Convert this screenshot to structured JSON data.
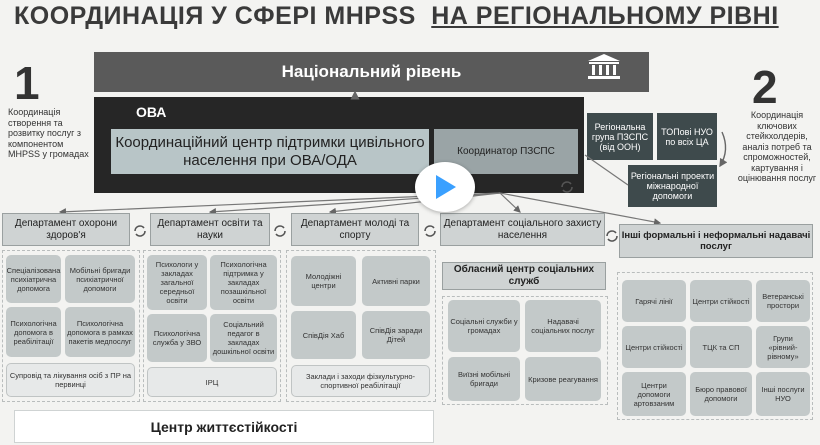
{
  "title": {
    "main": "КООРДИНАЦІЯ У СФЕРІ MHPSS",
    "underlined": "НА РЕГІОНАЛЬНОМУ РІВНІ"
  },
  "left_side": {
    "number": "1",
    "text": "Координація створення та розвитку послуг з компонентом MHPSS у громадах"
  },
  "right_side": {
    "number": "2",
    "text": "Координація ключових стейкхолдерів, аналіз потреб та спроможностей, картування і оцінювання послуг"
  },
  "national": "Національний рівень",
  "ova": "ОВА",
  "center": "Координаційний центр підтримки цивільного населення при ОВА/ОДА",
  "coordinator": "Координатор ПЗСПС",
  "regional_group": "Регіональна група ПЗСПС (від ООН)",
  "topovi": "ТОПові НУО по всіх ЦА",
  "regional_projects": "Регіональні проекти міжнародної допомоги",
  "departments": [
    "Департамент охорони здоров'я",
    "Департамент освіти та науки",
    "Департамент молоді та спорту",
    "Департамент соціального захисту населення"
  ],
  "other_providers": "Інші формальні і неформальні надавачі послуг",
  "health": [
    "Спеціалізована психіатрична допомога",
    "Мобільні бригади психіатричної допомоги",
    "Психологічна допомога в реабілітації",
    "Психологічна допомога в рамках пакетів медпослуг",
    "Супровід та лікування осіб з ПР на первинці"
  ],
  "education": [
    "Психологи у закладах загальної середньої освіти",
    "Психологічна підтримка у закладах позашкільної освіти",
    "Психологічна служба у ЗВО",
    "Соціальний педагог в закладах дошкільної освіти",
    "ІРЦ"
  ],
  "youth": [
    "Молодіжні центри",
    "Активні парки",
    "СпівДія Хаб",
    "СпівДія заради Дітей",
    "Заклади і заходи фізкультурно-спортивної реабілітації"
  ],
  "social": {
    "oblast_center": "Обласний центр соціальних служб",
    "items": [
      "Соціальні служби у громадах",
      "Надавачі соціальних послуг",
      "Виїзні мобільні бригади",
      "Кризове реагування"
    ]
  },
  "other_items": [
    "Гарячі лінії",
    "Центри стійкості",
    "Ветеранські простори",
    "Центри стійкості",
    "ТЦК та СП",
    "Групи «рівний-рівному»",
    "Центри допомоги артовзаним",
    "Бюро правової допомоги",
    "Інші послуги НУО"
  ],
  "footer": "Центр життєстійкості",
  "colors": {
    "national": "#5a5a5a",
    "ova": "#262626",
    "center": "#b8c5c7",
    "dark_box": "#3e4a4c",
    "dept": "#cfd3d3",
    "card": "#c3c9c9",
    "background": "#f3f3f1",
    "play": "#3aa0ff"
  },
  "icons": {
    "bank": "bank-icon",
    "play": "play-icon",
    "cycle": "cycle-arrows-icon"
  }
}
